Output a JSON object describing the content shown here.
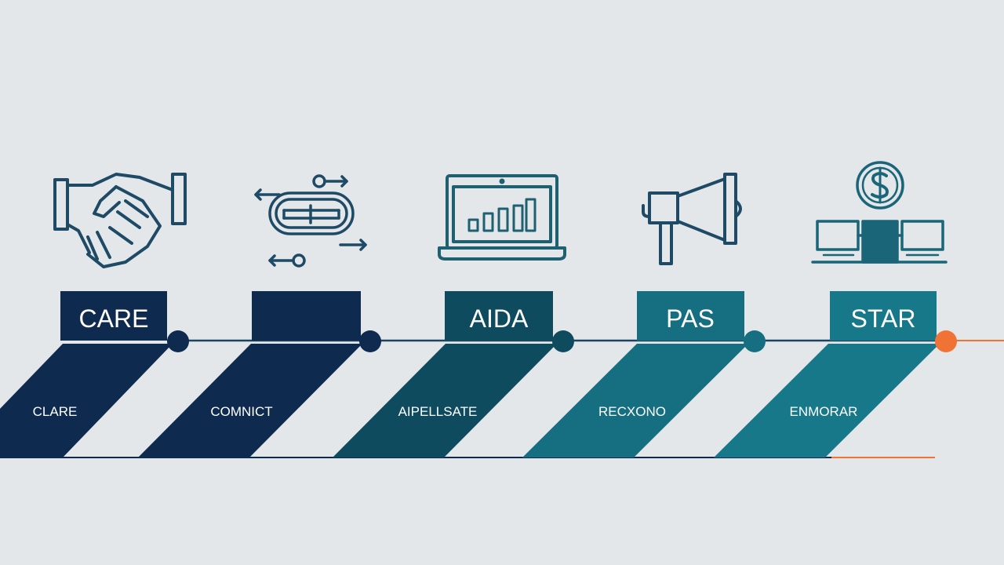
{
  "steps": [
    {
      "box_label": "CARE",
      "band_label": "CLARE",
      "icon": "handshake-icon",
      "color": "#0f2a4f"
    },
    {
      "box_label": "",
      "band_label": "COMNICT",
      "icon": "arrow-flow-icon",
      "color": "#0f2a4f"
    },
    {
      "box_label": "AIDA",
      "band_label": "AIPELLSATE",
      "icon": "laptop-chart-icon",
      "color": "#0f4b5e"
    },
    {
      "box_label": "PAS",
      "band_label": "RECXONO",
      "icon": "megaphone-icon",
      "color": "#166f80"
    },
    {
      "box_label": "STAR",
      "band_label": "ENMORAR",
      "icon": "dollar-network-icon",
      "color": "#17788a"
    }
  ],
  "colors": {
    "background": "#e3e7ea",
    "icon_stroke": "#1e4a66",
    "accent": "#f07335",
    "timeline_line": "#1e4560",
    "label_text": "#ffffff"
  }
}
